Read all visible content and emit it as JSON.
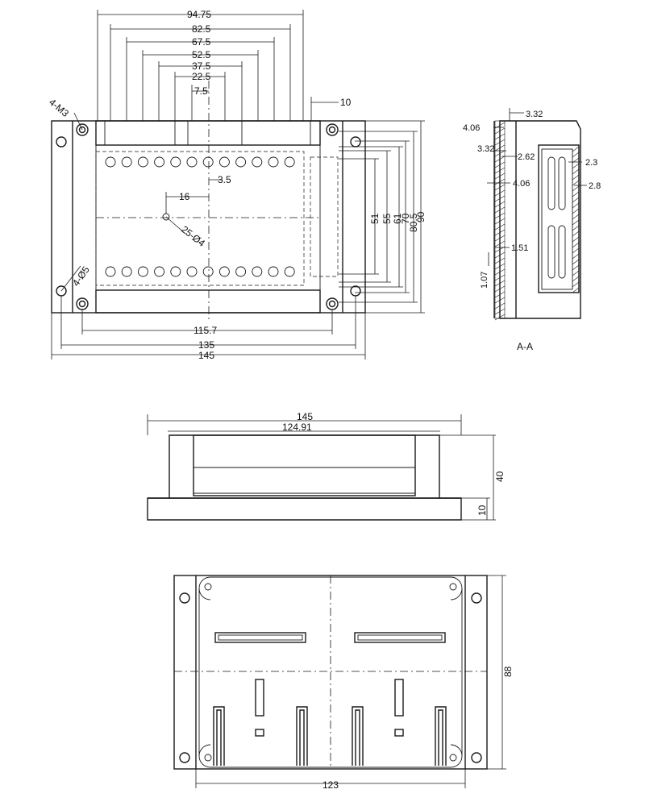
{
  "views": {
    "top": {
      "dims_horizontal": [
        "94.75",
        "82.5",
        "67.5",
        "52.5",
        "37.5",
        "22.5",
        "7.5"
      ],
      "dim_10": "10",
      "dim_3_5": "3.5",
      "dim_16": "16",
      "dim_hole": "25-Ø4",
      "dims_vertical": [
        "51",
        "55",
        "61",
        "70",
        "80.5",
        "90"
      ],
      "dim_m3": "4-M3",
      "dim_phi5": "4-Ø5",
      "dims_bottom": [
        "115.7",
        "135",
        "145"
      ]
    },
    "section": {
      "label": "A-A",
      "dims": [
        "3.32",
        "4.06",
        "3.32",
        "2.62",
        "2.3",
        "4.06",
        "2.8",
        "1.51",
        "1.07"
      ]
    },
    "front": {
      "dims": [
        "145",
        "124.91",
        "40",
        "10"
      ]
    },
    "bottom": {
      "dims": [
        "88",
        "123"
      ]
    }
  }
}
